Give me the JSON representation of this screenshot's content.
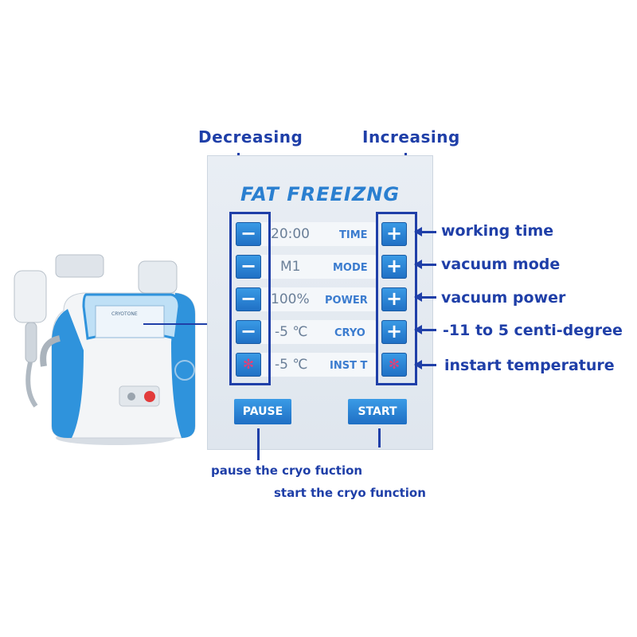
{
  "labels": {
    "decreasing": "Decreasing",
    "increasing": "Increasing"
  },
  "panel": {
    "title": "FAT FREEIZNG",
    "rows": [
      {
        "value": "20:00",
        "name": "TIME",
        "left_button": "−",
        "right_button": "+",
        "annotation": "working time"
      },
      {
        "value": "M1",
        "name": "MODE",
        "left_button": "−",
        "right_button": "+",
        "annotation": "vacuum mode"
      },
      {
        "value": "100%",
        "name": "POWER",
        "left_button": "−",
        "right_button": "+",
        "annotation": "vacuum power"
      },
      {
        "value": "-5 ℃",
        "name": "CRYO",
        "left_button": "−",
        "right_button": "+",
        "annotation": "-11 to 5 centi-degree"
      },
      {
        "value": "-5 ℃",
        "name": "INST T",
        "left_button": "✻",
        "right_button": "✻",
        "annotation": "instart temperature"
      }
    ],
    "pause_label": "PAUSE",
    "start_label": "START"
  },
  "bottom_labels": {
    "pause": "pause the cryo fuction",
    "start": "start the cryo function"
  },
  "device": {
    "screen_text": "CRYOTONE"
  },
  "colors": {
    "annotation": "#1f3fa8",
    "button": "#2a85d6",
    "machine_accent": "#2f93dc"
  }
}
